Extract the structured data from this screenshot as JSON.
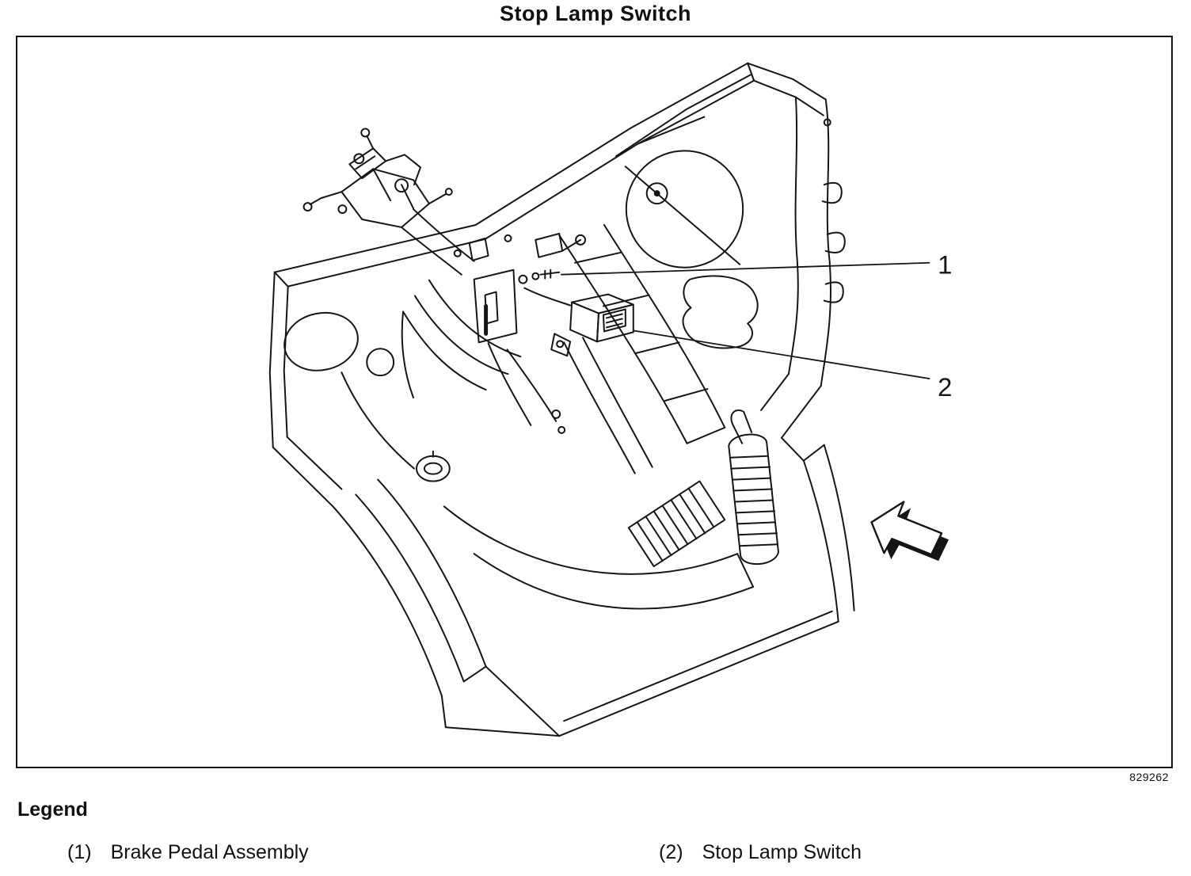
{
  "title": "Stop Lamp Switch",
  "figure_number": "829262",
  "callouts": [
    {
      "label": "1"
    },
    {
      "label": "2"
    }
  ],
  "legend": {
    "heading": "Legend",
    "items": [
      {
        "number": "(1)",
        "label": "Brake Pedal Assembly"
      },
      {
        "number": "(2)",
        "label": "Stop Lamp Switch"
      }
    ]
  },
  "colors": {
    "ink": "#151515",
    "background": "#ffffff"
  }
}
